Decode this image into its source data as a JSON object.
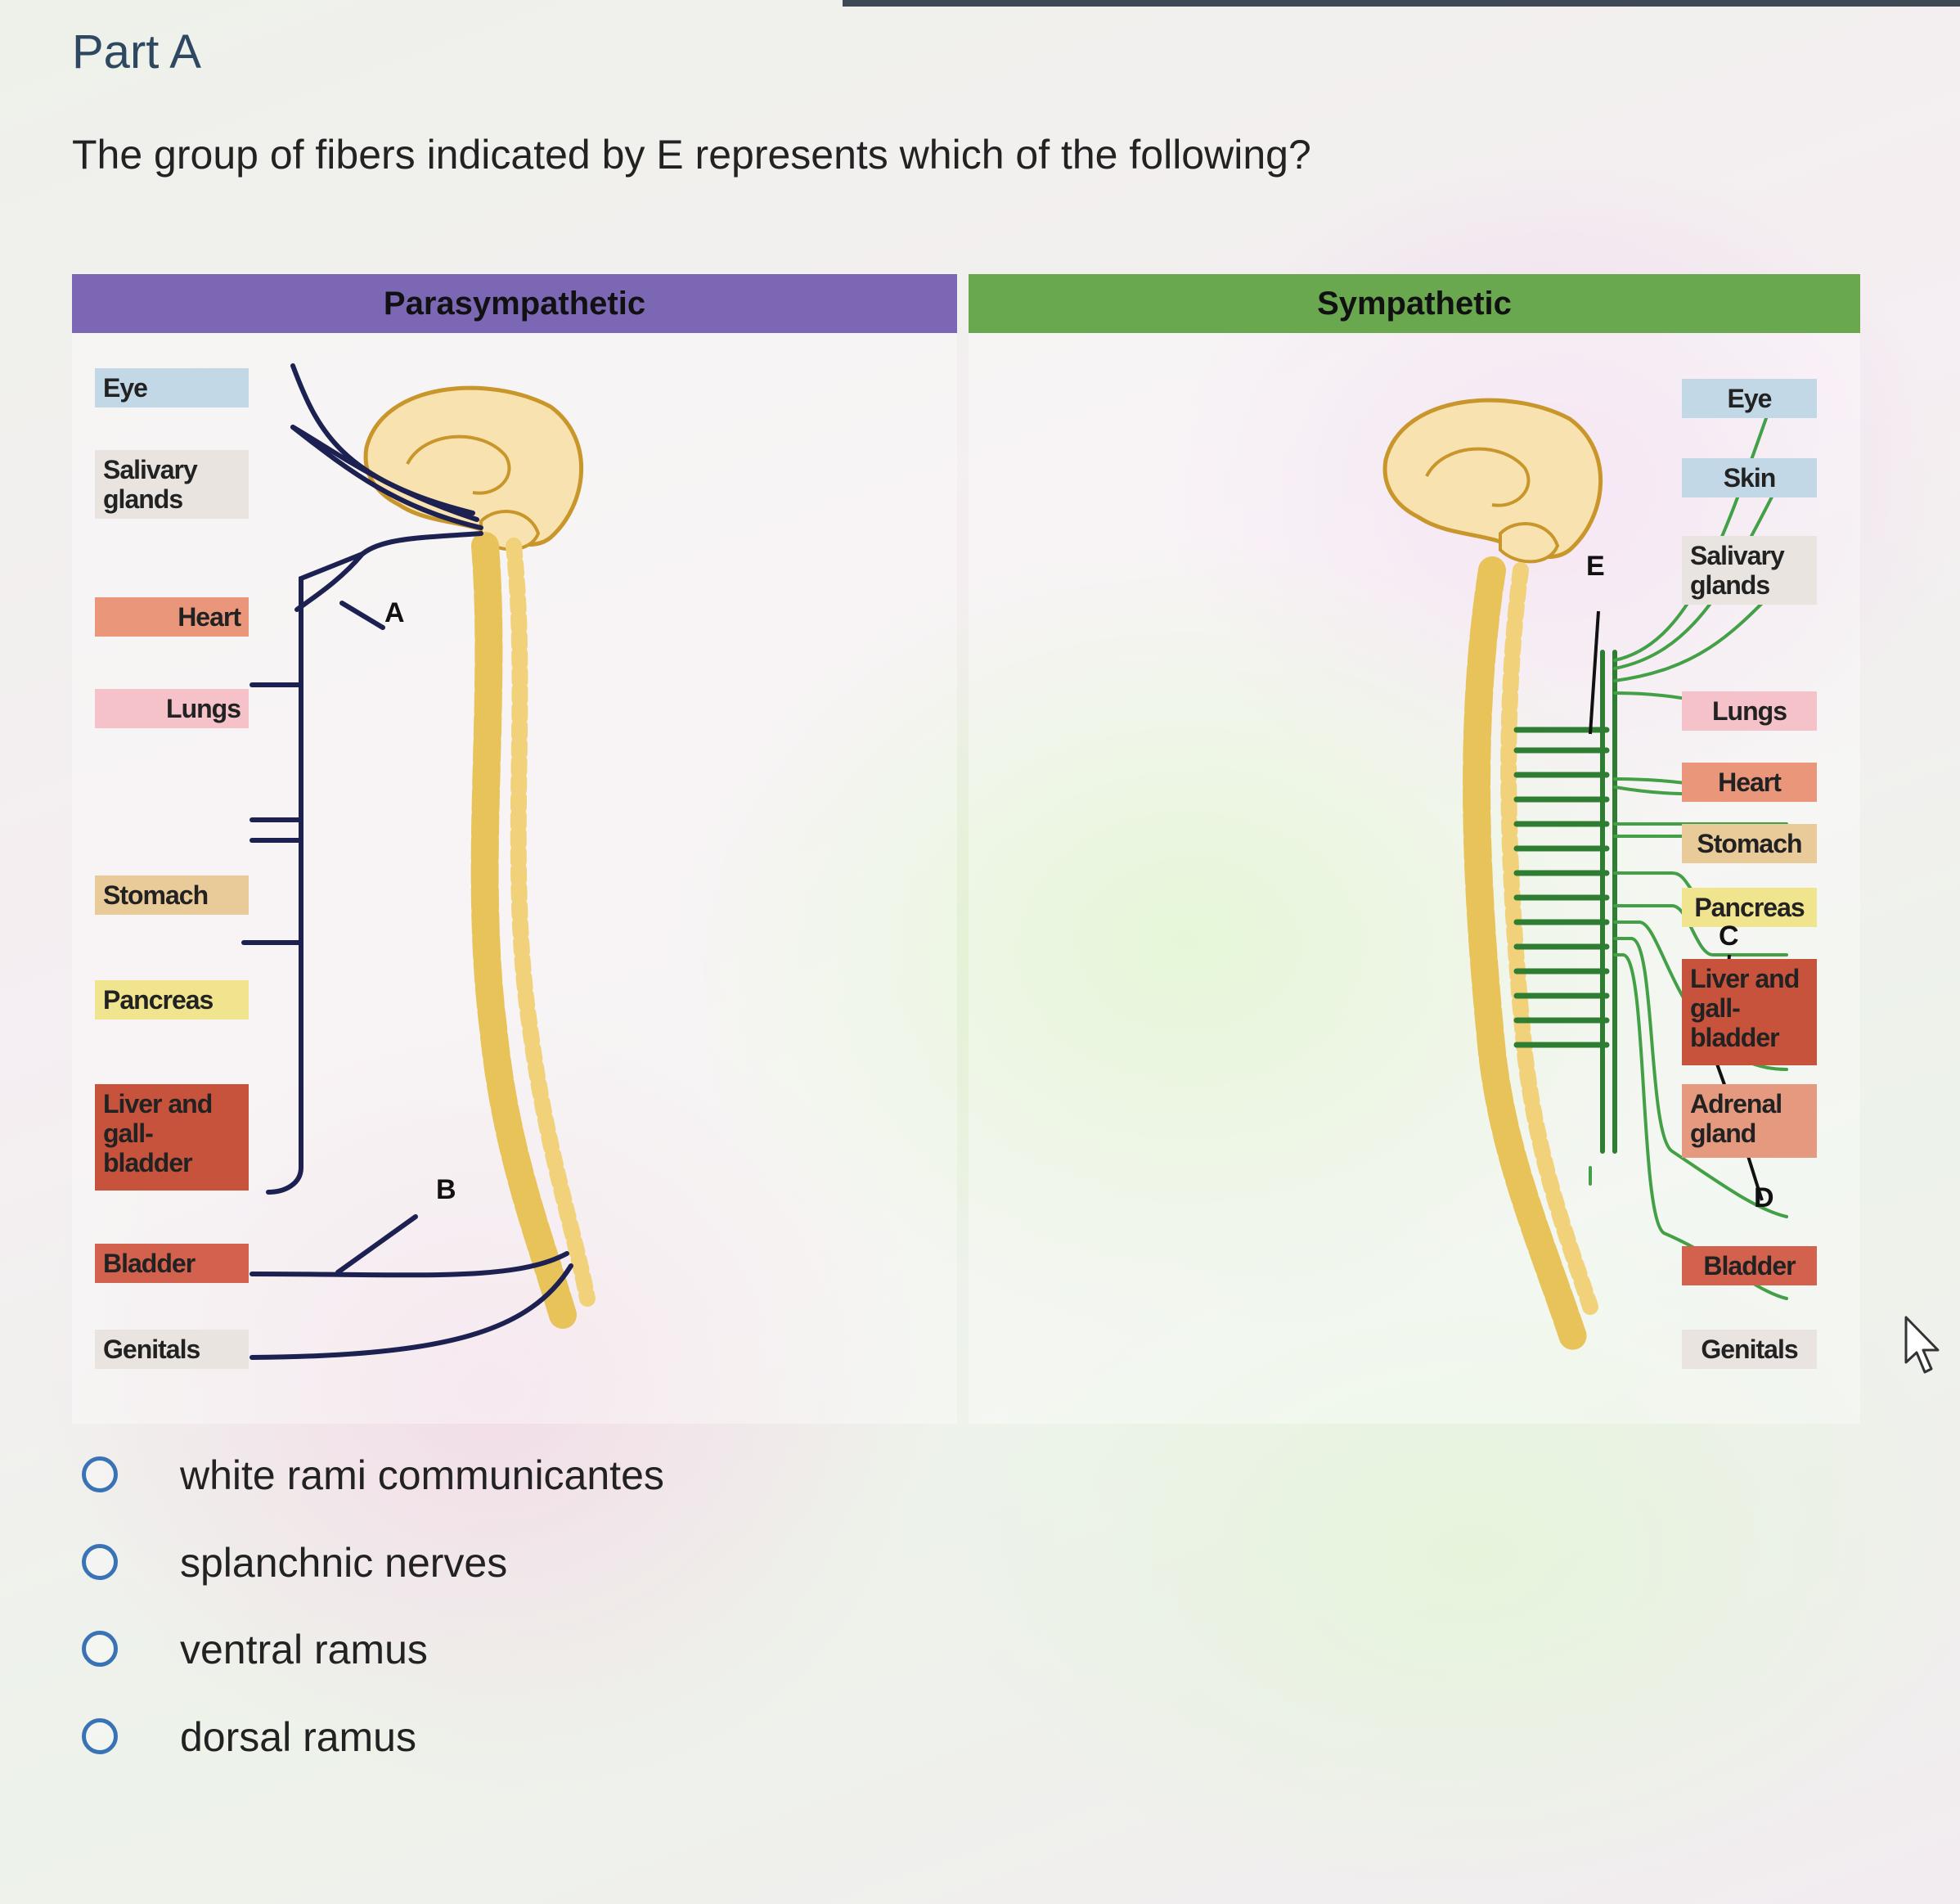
{
  "part": {
    "title": "Part A"
  },
  "question": {
    "text": "The group of fibers indicated by E represents which of the following?"
  },
  "figure": {
    "parasympathetic": {
      "title": "Parasympathetic",
      "organs": [
        "Eye",
        "Salivary glands",
        "Heart",
        "Lungs",
        "Stomach",
        "Pancreas",
        "Liver and gall-bladder",
        "Bladder",
        "Genitals"
      ],
      "labels": [
        "A",
        "B"
      ]
    },
    "sympathetic": {
      "title": "Sympathetic",
      "organs": [
        "Eye",
        "Skin",
        "Salivary glands",
        "Lungs",
        "Heart",
        "Stomach",
        "Pancreas",
        "Liver and gall-bladder",
        "Adrenal gland",
        "Bladder",
        "Genitals"
      ],
      "labels": [
        "E",
        "C",
        "D"
      ]
    },
    "colors": {
      "parasympathetic": "#7c67b5",
      "sympathetic": "#6aa84f",
      "fiber_dark": "#1d2152",
      "fiber_green": "#2e7d32"
    }
  },
  "options": [
    {
      "label": "white rami communicantes"
    },
    {
      "label": "splanchnic nerves"
    },
    {
      "label": "ventral ramus"
    },
    {
      "label": "dorsal ramus"
    }
  ],
  "icons": {
    "radio": "radio-button-icon",
    "cursor": "mouse-pointer-icon"
  }
}
